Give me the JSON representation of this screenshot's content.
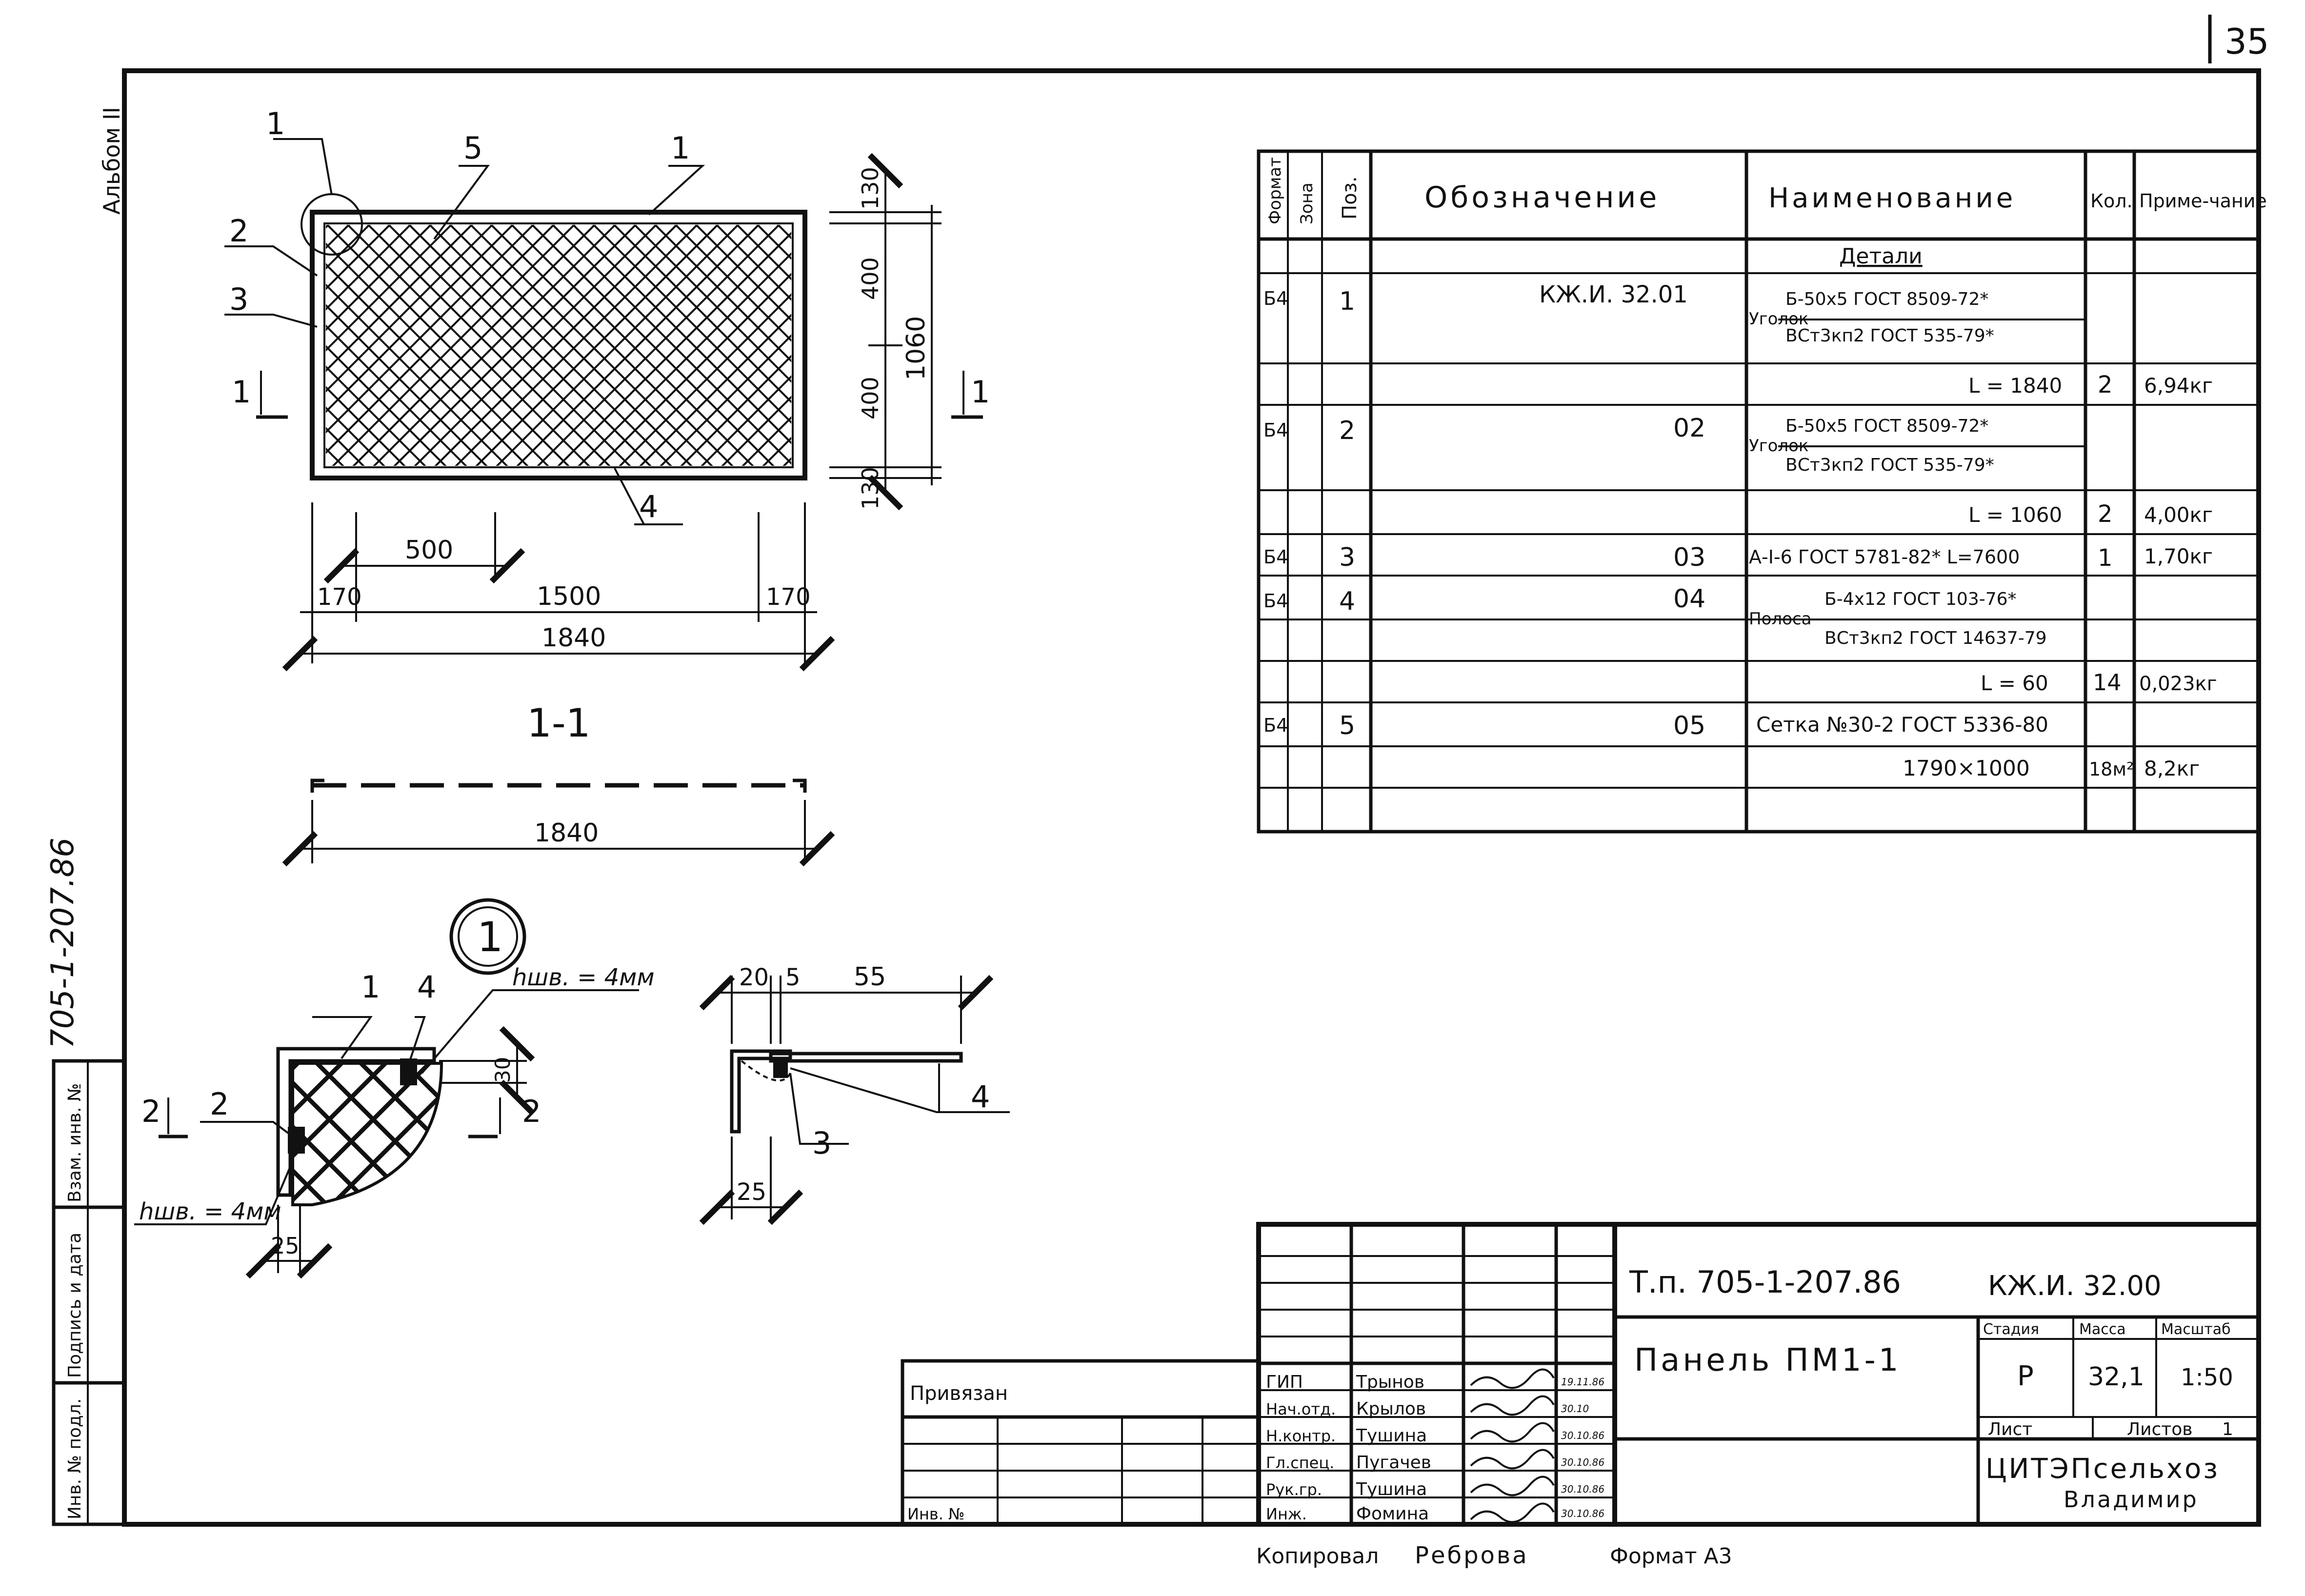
{
  "page_number": "35",
  "album_label": "Альбом II",
  "side_code": "705-1-207.86",
  "side_stamp": {
    "inv_podl": "Инв. № подл.",
    "podpis_data": "Подпись и дата",
    "vzam_inv": "Взам. инв. №"
  },
  "drawing": {
    "plan_labels": {
      "pos1a": "1",
      "pos1b": "1",
      "pos2": "2",
      "pos3": "3",
      "pos4": "4",
      "pos5": "5"
    },
    "plan_section_mark": "1",
    "plan_dims": {
      "d130_top": "130",
      "d400_a": "400",
      "d400_b": "400",
      "d130_bot": "130",
      "d1060": "1060",
      "d500": "500",
      "d170_l": "170",
      "d1500": "1500",
      "d170_r": "170",
      "d1840": "1840"
    },
    "section_title": "1-1",
    "section_dim": "1840",
    "node_mark": "1",
    "node": {
      "pos1": "1",
      "pos4": "4",
      "pos2": "2",
      "cut": "2",
      "weld_top": "hшв. = 4мм",
      "weld_bottom": "hшв. = 4мм",
      "d30": "30",
      "d25": "25"
    },
    "detail2": {
      "d20": "20",
      "d5": "5",
      "d55": "55",
      "d25": "25",
      "pos3": "3",
      "pos4": "4"
    }
  },
  "spec_table": {
    "headers": {
      "format": "Формат",
      "zone": "Зона",
      "pos": "Поз.",
      "designation": "Обозначение",
      "name": "Наименование",
      "qty": "Кол.",
      "note": "Приме-чание"
    },
    "section_title": "Детали",
    "rows": [
      {
        "format": "Б4",
        "pos": "1",
        "designation": "КЖ.И. 32.01",
        "name_prefix": "Уголок",
        "name_top": "Б-50х5 ГОСТ 8509-72*",
        "name_bottom": "ВСт3кп2 ГОСТ 535-79*",
        "qty": "",
        "note": ""
      },
      {
        "format": "",
        "pos": "",
        "designation": "",
        "name": "L = 1840",
        "qty": "2",
        "note": "6,94кг"
      },
      {
        "format": "Б4",
        "pos": "2",
        "designation": "02",
        "name_prefix": "Уголок",
        "name_top": "Б-50х5 ГОСТ 8509-72*",
        "name_bottom": "ВСт3кп2 ГОСТ 535-79*",
        "qty": "",
        "note": ""
      },
      {
        "format": "",
        "pos": "",
        "designation": "",
        "name": "L = 1060",
        "qty": "2",
        "note": "4,00кг"
      },
      {
        "format": "Б4",
        "pos": "3",
        "designation": "03",
        "name": "А-I-6 ГОСТ 5781-82* L=7600",
        "qty": "1",
        "note": "1,70кг"
      },
      {
        "format": "Б4",
        "pos": "4",
        "designation": "04",
        "name_prefix": "Полоса",
        "name_top": "Б-4х12 ГОСТ 103-76*",
        "name_bottom": "ВСт3кп2 ГОСТ 14637-79",
        "qty": "",
        "note": ""
      },
      {
        "format": "",
        "pos": "",
        "designation": "",
        "name": "L = 60",
        "qty": "14",
        "note": "0,023кг"
      },
      {
        "format": "Б4",
        "pos": "5",
        "designation": "05",
        "name": "Сетка №30-2 ГОСТ 5336-80",
        "qty": "",
        "note": ""
      },
      {
        "format": "",
        "pos": "",
        "designation": "",
        "name": "1790×1000",
        "qty": "18м²",
        "note": "8,2кг"
      }
    ]
  },
  "title_block": {
    "project": "Т.п. 705-1-207.86",
    "code": "КЖ.И. 32.00",
    "title": "Панель ПМ1-1",
    "stage_label": "Стадия",
    "mass_label": "Масса",
    "scale_label": "Масштаб",
    "stage": "Р",
    "mass": "32,1",
    "scale": "1:50",
    "sheet_label": "Лист",
    "sheets_label": "Листов",
    "sheets": "1",
    "org_line1": "ЦИТЭПсельхоз",
    "org_line2": "Владимир",
    "privyazan": "Привязан",
    "inv_no": "Инв. №",
    "staff": [
      {
        "role": "ГИП",
        "name": "Трынов",
        "date": "19.11.86"
      },
      {
        "role": "Нач.отд.",
        "name": "Крылов",
        "date": "30.10"
      },
      {
        "role": "Н.контр.",
        "name": "Тушина",
        "date": "30.10.86"
      },
      {
        "role": "Гл.спец.",
        "name": "Пугачев",
        "date": "30.10.86"
      },
      {
        "role": "Рук.гр.",
        "name": "Тушина",
        "date": "30.10.86"
      },
      {
        "role": "Инж.",
        "name": "Фомина",
        "date": "30.10.86"
      }
    ]
  },
  "footer": {
    "copied_label": "Копировал",
    "copied_by": "Реброва",
    "format": "Формат А3"
  }
}
